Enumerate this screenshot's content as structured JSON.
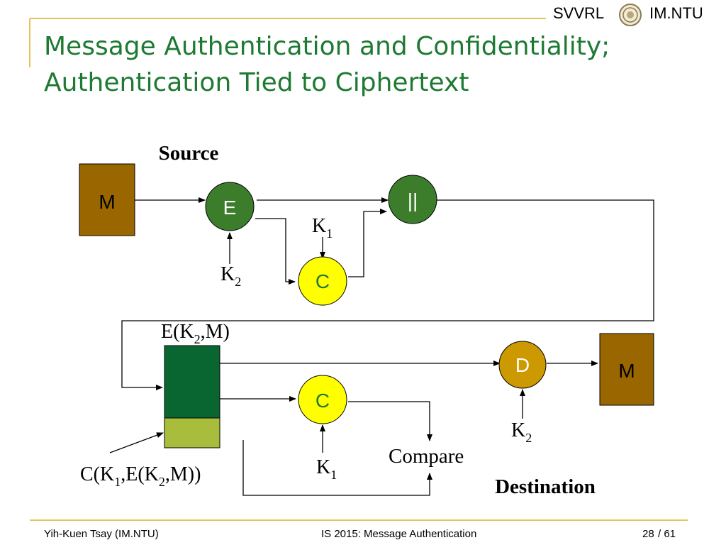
{
  "header": {
    "left": "SVVRL",
    "right": "IM.NTU"
  },
  "title": {
    "line1": "Message Authentication and Confidentiality;",
    "line2": "Authentication Tied to Ciphertext"
  },
  "diagram": {
    "source_label": "Source",
    "destination_label": "Destination",
    "m_source": "M",
    "m_dest": "M",
    "e_node": "E",
    "concat_node": "||",
    "c_source": "C",
    "c_dest": "C",
    "d_node": "D",
    "k1_top": {
      "base": "K",
      "sub": "1"
    },
    "k2_left": {
      "base": "K",
      "sub": "2"
    },
    "k1_bottom": {
      "base": "K",
      "sub": "1"
    },
    "k2_right": {
      "base": "K",
      "sub": "2"
    },
    "ek2m": {
      "a": "E(K",
      "sub": "2",
      "b": ",M)"
    },
    "ck1": {
      "a": "C(K",
      "s1": "1",
      "b": ",E(K",
      "s2": "2",
      "c": ",M))"
    },
    "compare": "Compare"
  },
  "colors": {
    "brown": "#996600",
    "green_node": "#3b7d2b",
    "yellow": "#ffff00",
    "gold": "#cc9900",
    "dark_green": "#0a6631",
    "olive": "#a9bd3c",
    "title": "#1e7a32",
    "rule": "#e8c35a"
  },
  "footer": {
    "author": "Yih-Kuen Tsay (IM.NTU)",
    "course": "IS 2015: Message Authentication",
    "page": "28",
    "total": "/ 61"
  }
}
